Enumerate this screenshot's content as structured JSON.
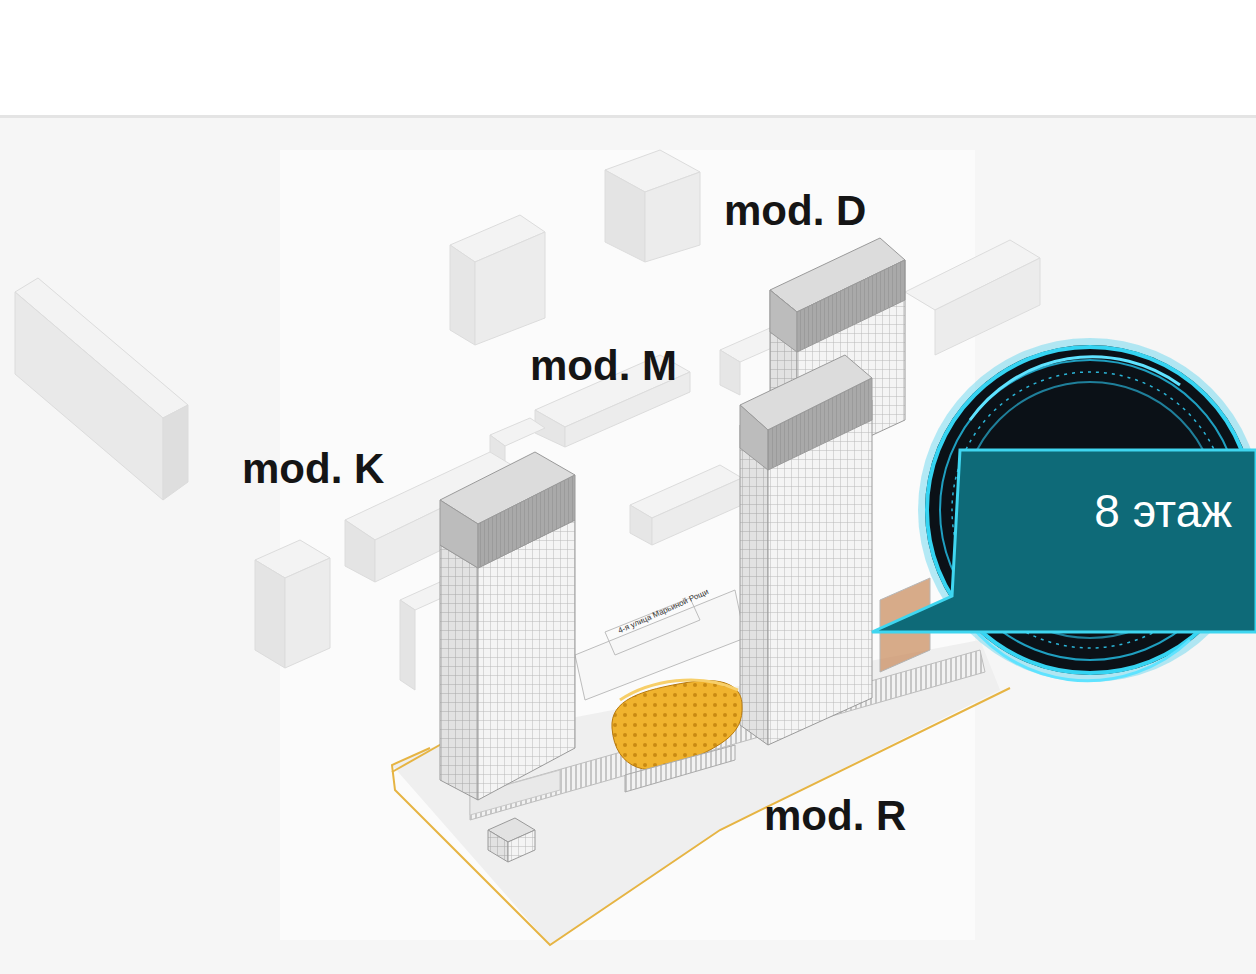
{
  "diagram": {
    "nodes": [
      {
        "text": [
          "8 этаж"
        ]
      }
    ],
    "labels": [
      "mod. D",
      "mod. M",
      "mod. K",
      "4-я улица Марьиной Рощи",
      "mod. R"
    ]
  }
}
